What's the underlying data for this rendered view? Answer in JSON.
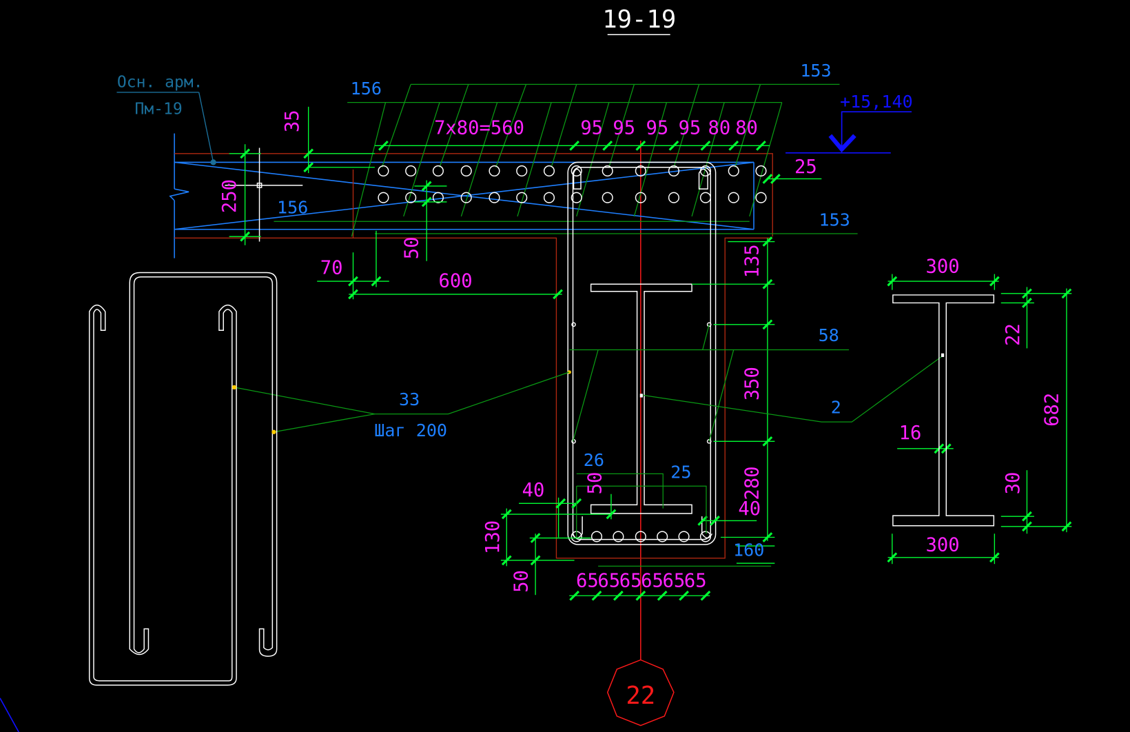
{
  "drawing": {
    "section_title": "19-19",
    "colors": {
      "background": "#000000",
      "geometry": "#ffffff",
      "dimension_lines": "#00ff33",
      "dimension_text": "#ff22ff",
      "leader_lines": "#0a9a14",
      "callout_text": "#1e7fff",
      "elevation": "#1010ff",
      "axis": "#ff1a1a",
      "outline": "#b02810",
      "highlight_point": "#ffcc00"
    },
    "labels": {
      "main_rebar_line1": "Осн. арм.",
      "main_rebar_line2": "Пм-19",
      "elevation_mark": "+15,140",
      "axis_number": "22",
      "stirrup_callout": "33",
      "stirrup_step": "Шаг 200",
      "callout_156_top": "156",
      "callout_156_bottom": "156",
      "callout_153_top": "153",
      "callout_153_bottom": "153",
      "callout_58": "58",
      "callout_2": "2",
      "callout_26": "26",
      "callout_25": "25",
      "callout_160": "160"
    },
    "dimensions": {
      "slab_top_cover": "35",
      "slab_thickness": "250",
      "bar_spacing_group": "7x80=560",
      "top_spacings": [
        "95",
        "95",
        "95",
        "95",
        "80",
        "80"
      ],
      "right_cover": "25",
      "edge_70": "70",
      "overhang_600": "600",
      "rebar_offset_50": "50",
      "col_135": "135",
      "col_350": "350",
      "col_280": "280",
      "col_40_right": "40",
      "col_40_left": "40",
      "col_50_inner": "50",
      "col_130": "130",
      "col_50_bottom": "50",
      "bottom_spacings": [
        "65",
        "65",
        "65",
        "65",
        "65",
        "65"
      ]
    },
    "ibeam": {
      "flange_width_top": "300",
      "flange_width_bottom": "300",
      "top_flange_thickness": "22",
      "bottom_flange_thickness": "30",
      "web_thickness": "16",
      "total_height": "682"
    }
  }
}
